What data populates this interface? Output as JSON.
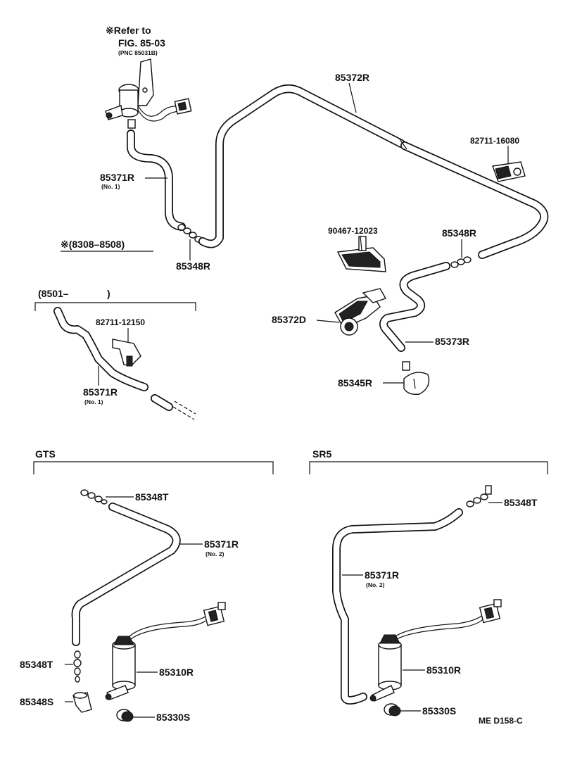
{
  "header": {
    "refer_line1": "※Refer to",
    "refer_line2": "FIG. 85-03",
    "refer_line3": "(PNC 85031B)"
  },
  "top": {
    "label_85372R": "85372R",
    "label_82711_16080": "82711-16080",
    "label_85371R": "85371R",
    "label_no1": "(No. 1)",
    "label_85348R_left": "85348R",
    "label_period_8308": "※(8308–8508)",
    "label_90467": "90467-12023",
    "label_85348R_right": "85348R",
    "label_85372D": "85372D",
    "label_85373R": "85373R",
    "label_85345R": "85345R"
  },
  "inset_8501": {
    "label_period": "(8501–",
    "label_period_close": ")",
    "label_82711_12150": "82711-12150",
    "label_85371R": "85371R",
    "label_no1": "(No. 1)"
  },
  "gts": {
    "title": "GTS",
    "label_85348T_top": "85348T",
    "label_85371R": "85371R",
    "label_no2": "(No. 2)",
    "label_85348T_bottom": "85348T",
    "label_85310R": "85310R",
    "label_85348S": "85348S",
    "label_85330S": "85330S"
  },
  "sr5": {
    "title": "SR5",
    "label_85348T": "85348T",
    "label_85371R": "85371R",
    "label_no2": "(No. 2)",
    "label_85310R": "85310R",
    "label_85330S": "85330S"
  },
  "footer": {
    "code": "ME  D158-C"
  }
}
